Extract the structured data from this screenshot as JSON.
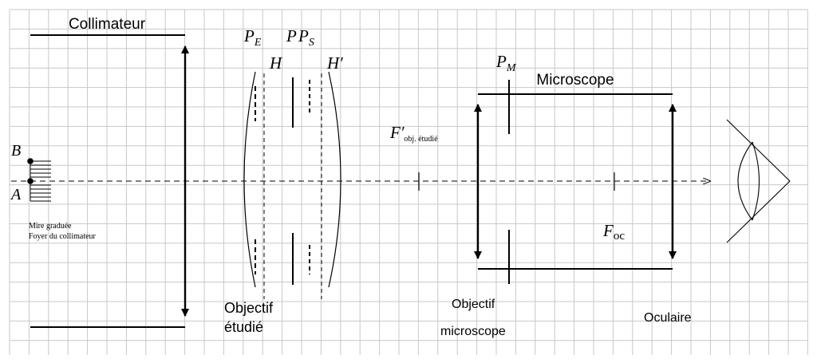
{
  "collimator": {
    "title": "Collimateur",
    "point_b": "B",
    "point_a": "A",
    "target_line1": "Mire graduée",
    "target_line2": "Foyer du collimateur"
  },
  "lens": {
    "pe_main": "P",
    "pe_sub": "E",
    "p_label": "P",
    "ps_main": "P",
    "ps_sub": "S",
    "h": "H",
    "h_prime": "H′",
    "caption_line1": "Objectif",
    "caption_line2": "étudié"
  },
  "focus": {
    "main": "F′",
    "sub": "obj. étudié"
  },
  "microscope": {
    "title": "Microscope",
    "pm_main": "P",
    "pm_sub": "M",
    "foc_main": "F",
    "foc_sub": "oc",
    "objective_line1": "Objectif",
    "objective_line2": "microscope",
    "eyepiece": "Oculaire"
  },
  "icons": [
    "eye-icon",
    "arrow-head-icon"
  ],
  "colors": {
    "grid": "#c8c8c8",
    "ink": "#000000",
    "background": "#ffffff"
  }
}
